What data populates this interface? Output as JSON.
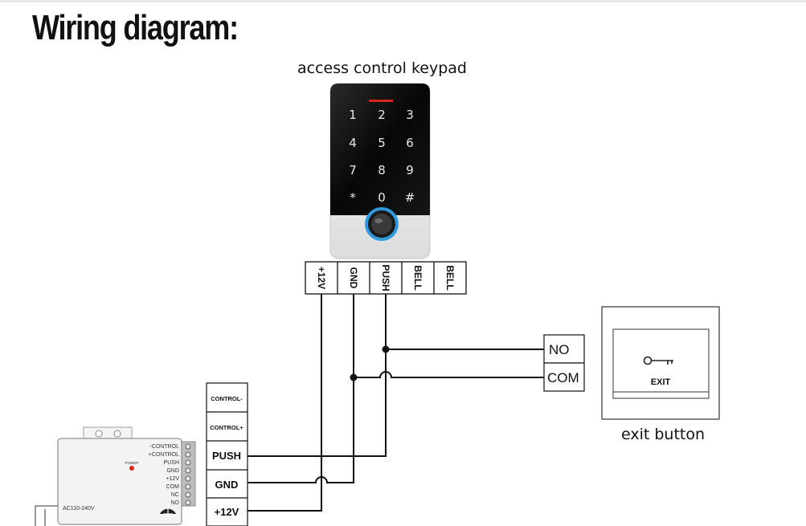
{
  "title": "Wiring diagram:",
  "keypad": {
    "caption": "access control keypad",
    "keys": [
      "1",
      "2",
      "3",
      "4",
      "5",
      "6",
      "7",
      "8",
      "9",
      "*",
      "0",
      "#"
    ],
    "terminals": [
      "+12V",
      "GND",
      "PUSH",
      "BELL",
      "BELL"
    ]
  },
  "exit_button": {
    "caption": "exit button",
    "label": "EXIT",
    "terminals": [
      "NO",
      "COM"
    ]
  },
  "power_supply": {
    "enlarged_terminals": [
      "CONTROL-",
      "CONTROL+",
      "PUSH",
      "GND",
      "+12V"
    ],
    "terminal_strip": [
      "-CONTROL",
      "+CONTROL",
      "PUSH",
      "GND",
      "+12V",
      "COM",
      "NC",
      "NO"
    ],
    "power_label": "POWER",
    "input_label": "AC110-240V"
  },
  "colors": {
    "wire": "#111111",
    "led": "#d9261c",
    "keypad_body": "#0d0d0d",
    "fingerprint_ring": "#2f9bdc"
  }
}
